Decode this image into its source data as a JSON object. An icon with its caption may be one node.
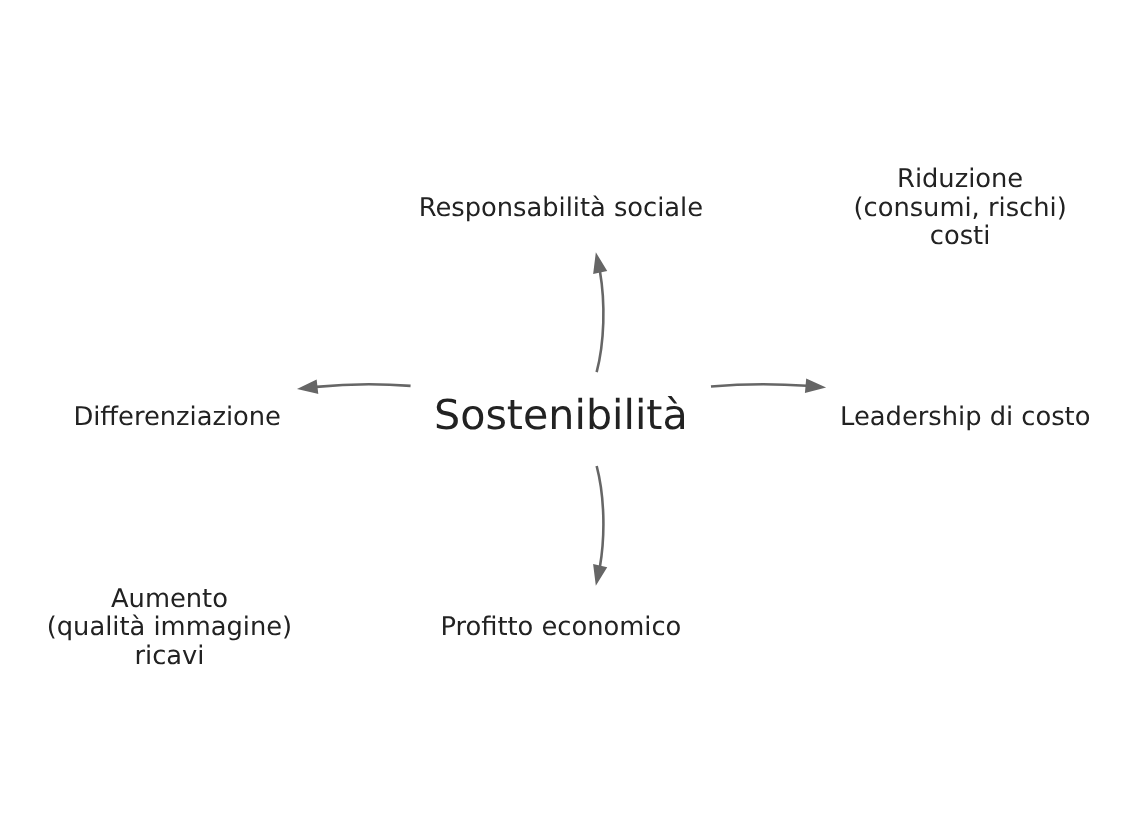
{
  "diagram": {
    "nodes": [
      {
        "text": [
          "Responsabilità sociale"
        ]
      },
      {
        "text": [
          "Differenziazione"
        ]
      },
      {
        "text": [
          "Sostenibilità"
        ]
      },
      {
        "text": [
          "Leadership di costo"
        ]
      },
      {
        "text": [
          "Profitto economico"
        ]
      }
    ],
    "edges": [
      {
        "from": 2,
        "to": 0,
        "arrow": "to"
      },
      {
        "from": 2,
        "to": 1,
        "arrow": "to"
      },
      {
        "from": 2,
        "to": 3,
        "arrow": "to"
      },
      {
        "from": 2,
        "to": 4,
        "arrow": "to"
      }
    ],
    "labels": [
      "Riduzione (consumi, rischi) costi",
      "Aumento (qualità immagine) ricavi"
    ]
  }
}
